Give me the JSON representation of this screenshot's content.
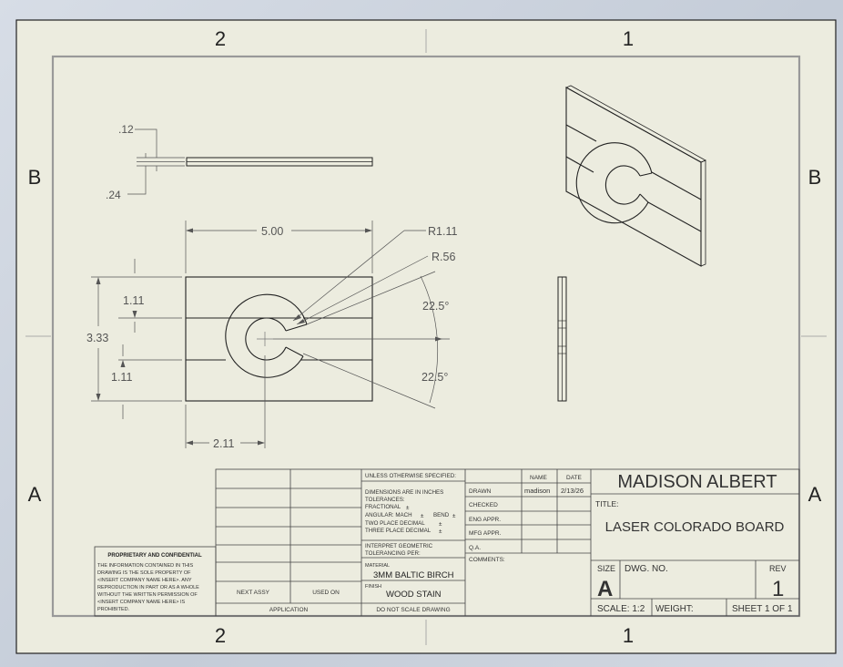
{
  "zones": {
    "top_left": "2",
    "top_right": "1",
    "bottom_left": "2",
    "bottom_right": "1",
    "left_upper": "B",
    "left_lower": "A",
    "right_upper": "B",
    "right_lower": "A"
  },
  "dims": {
    "thick_small": ".12",
    "thick_large": ".24",
    "width": "5.00",
    "radius_outer": "R1.11",
    "radius_inner": "R.56",
    "height": "3.33",
    "band_top": "1.11",
    "band_bottom": "1.11",
    "angle_top": "22.5°",
    "angle_bottom": "22.5°",
    "center_x": "2.11"
  },
  "title_block": {
    "tol_header": "UNLESS OTHERWISE SPECIFIED:",
    "tol_dims": "DIMENSIONS ARE IN INCHES",
    "tol_tolerances": "TOLERANCES:",
    "tol_fractional": "FRACTIONAL",
    "tol_angular_mach": "ANGULAR: MACH",
    "tol_bend": "BEND",
    "tol_two_place": "TWO PLACE DECIMAL",
    "tol_three_place": "THREE PLACE DECIMAL",
    "tol_pm": "±",
    "interpret_1": "INTERPRET GEOMETRIC",
    "interpret_2": "TOLERANCING PER:",
    "material_label": "MATERIAL",
    "material_value": "3MM BALTIC BIRCH",
    "finish_label": "FINISH",
    "finish_value": "WOOD STAIN",
    "do_not_scale": "DO NOT SCALE DRAWING",
    "next_assy": "NEXT ASSY",
    "used_on": "USED ON",
    "application": "APPLICATION",
    "col_name": "NAME",
    "col_date": "DATE",
    "row_drawn": "DRAWN",
    "row_checked": "CHECKED",
    "row_eng": "ENG APPR.",
    "row_mfg": "MFG APPR.",
    "row_qa": "Q.A.",
    "row_comments": "COMMENTS:",
    "drawn_name": "madison",
    "drawn_date": "2/13/26",
    "company": "MADISON ALBERT",
    "title_label": "TITLE:",
    "title_value": "LASER COLORADO BOARD",
    "size_label": "SIZE",
    "size_value": "A",
    "dwg_no_label": "DWG.  NO.",
    "rev_label": "REV",
    "rev_value": "1",
    "scale": "SCALE: 1:2",
    "weight": "WEIGHT:",
    "sheet": "SHEET 1 OF 1"
  },
  "proprietary": {
    "heading": "PROPRIETARY AND CONFIDENTIAL",
    "lines": [
      "THE INFORMATION CONTAINED IN THIS",
      "DRAWING IS THE SOLE PROPERTY OF",
      "<INSERT COMPANY NAME HERE>.  ANY",
      "REPRODUCTION IN PART OR AS A WHOLE",
      "WITHOUT THE WRITTEN PERMISSION OF",
      "<INSERT COMPANY NAME HERE> IS",
      "PROHIBITED."
    ]
  }
}
